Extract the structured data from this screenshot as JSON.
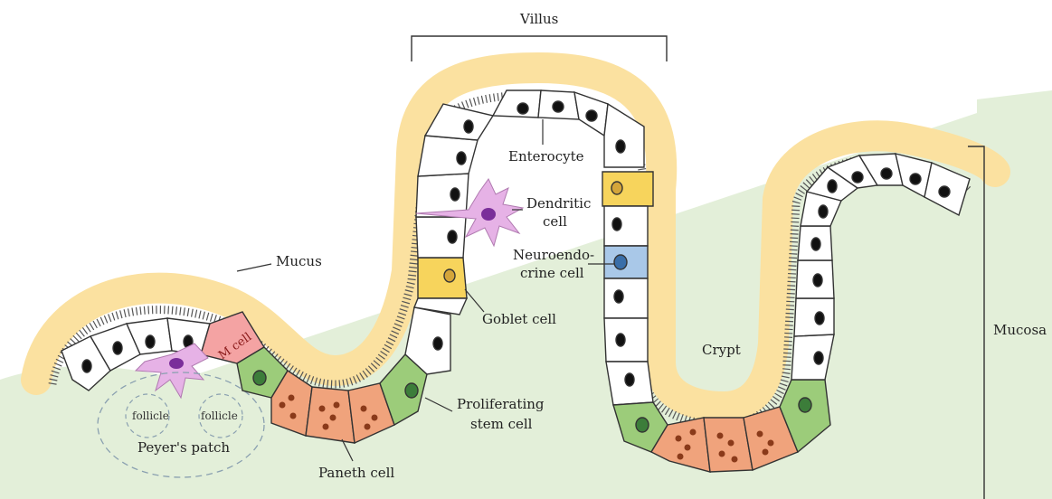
{
  "labels": {
    "villus": "Villus",
    "mucus": "Mucus",
    "m_cell": "M cell",
    "follicle_left": "follicle",
    "follicle_right": "follicle",
    "peyers_patch": "Peyer's patch",
    "paneth_cell": "Paneth cell",
    "proliferating_1": "Proliferating",
    "proliferating_2": "stem cell",
    "goblet_cell": "Goblet cell",
    "enterocyte": "Enterocyte",
    "dendritic_1": "Dendritic",
    "dendritic_2": "cell",
    "neuroendo_1": "Neuroendo-",
    "neuroendo_2": "crine cell",
    "crypt": "Crypt",
    "mucosa": "Mucosa"
  },
  "colors": {
    "mucus": "#fbe1a0",
    "tissue": "#e3efd9",
    "enterocyte": "#ffffff",
    "nucleus": "#111111",
    "goblet": "#f7d45c",
    "neuroendocrine": "#a9c8e8",
    "stem": "#9ccc7a",
    "paneth": "#f0a37c",
    "m_cell": "#f4a3a3",
    "dendritic": "#e6b2e6",
    "dendritic_nucleus": "#7a2e9a",
    "outline": "#333333"
  }
}
